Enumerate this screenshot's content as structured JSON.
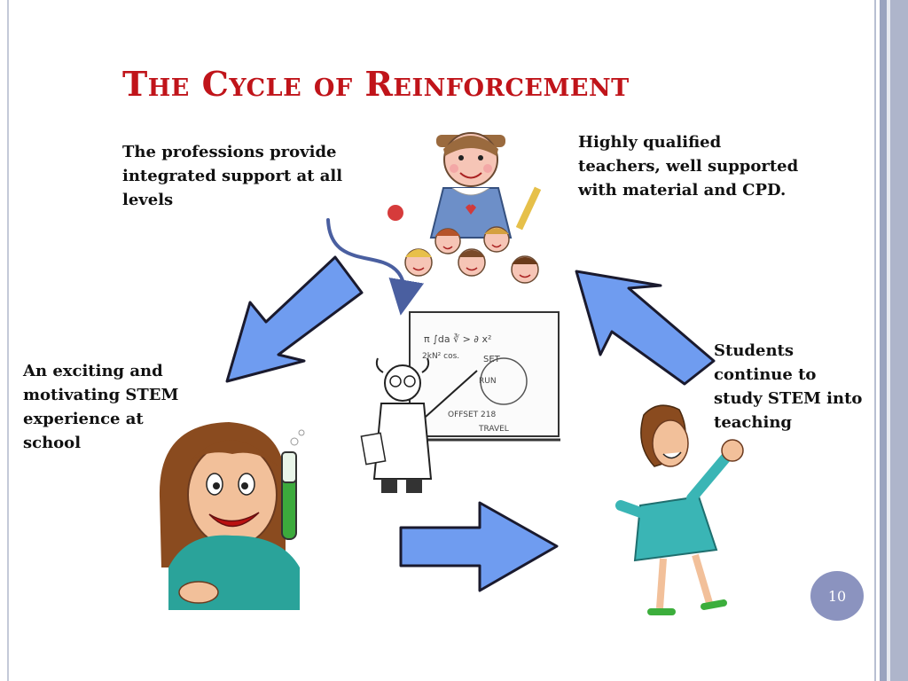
{
  "slide": {
    "title": "The Cycle of Reinforcement",
    "page_number": "10"
  },
  "captions": {
    "top_left": "The professions provide integrated support at all levels",
    "top_right": "Highly qualified teachers, well supported with material and CPD.",
    "left": "An exciting and motivating STEM experience at school",
    "right": "Students continue to study STEM into teaching"
  },
  "colors": {
    "title": "#c0141a",
    "arrow_fill": "#6f9cf0",
    "arrow_stroke": "#1a1a2e",
    "curve_arrow": "#4a5fa0",
    "page_badge": "#8b93bf"
  },
  "illustrations": [
    {
      "name": "teacher-with-children-illustration",
      "description_icon": "teacher-children-icon"
    },
    {
      "name": "scientist-at-blackboard-illustration",
      "description_icon": "scientist-icon"
    },
    {
      "name": "girl-with-test-tube-illustration",
      "description_icon": "student-icon"
    },
    {
      "name": "excited-teacher-illustration",
      "description_icon": "teacher-icon"
    }
  ]
}
